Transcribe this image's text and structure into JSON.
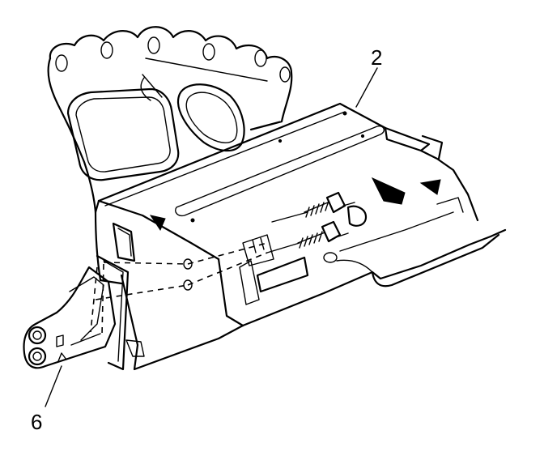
{
  "callouts": [
    {
      "label": "2",
      "part": "dash-panel-bracket"
    },
    {
      "label": "6",
      "part": "mounting-bracket"
    }
  ],
  "colors": {
    "line": "#000000",
    "background": "#ffffff"
  }
}
